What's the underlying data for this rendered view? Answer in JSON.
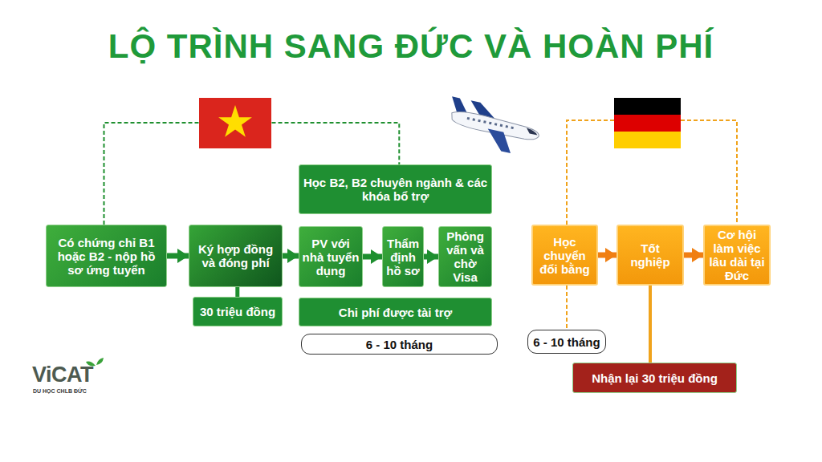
{
  "diagram": {
    "title": "LỘ TRÌNH SANG ĐỨC VÀ HOÀN PHÍ",
    "nodes": [
      {
        "text": [
          "Có chứng chỉ B1 hoặc B2 - nộp hồ sơ ứng tuyển"
        ]
      },
      {
        "text": [
          "Ký hợp đồng và đóng phí"
        ]
      },
      {
        "text": [
          "30 triệu đồng"
        ]
      },
      {
        "text": [
          "Học B2, B2 chuyên ngành & các khóa bổ trợ"
        ]
      },
      {
        "text": [
          "PV với nhà tuyển dụng"
        ]
      },
      {
        "text": [
          "Thẩm định hồ sơ"
        ]
      },
      {
        "text": [
          "Phỏng vấn và chờ Visa"
        ]
      },
      {
        "text": [
          "Chi phí được tài trợ"
        ]
      },
      {
        "text": [
          "6 - 10  tháng"
        ]
      },
      {
        "text": [
          "Học chuyển đổi bằng"
        ]
      },
      {
        "text": [
          "Tốt nghiệp"
        ]
      },
      {
        "text": [
          "Cơ hội làm việc lâu dài tại Đức"
        ]
      },
      {
        "text": [
          "6 - 10 tháng"
        ]
      },
      {
        "text": [
          "Nhận lại 30 triệu đồng"
        ]
      }
    ],
    "edges": [
      {
        "from": 0,
        "to": 1,
        "arrow": "to"
      },
      {
        "from": 1,
        "to": 4,
        "arrow": "to"
      },
      {
        "from": 4,
        "to": 5,
        "arrow": "to"
      },
      {
        "from": 5,
        "to": 6,
        "arrow": "to"
      },
      {
        "from": 9,
        "to": 10,
        "arrow": "to"
      },
      {
        "from": 10,
        "to": 11,
        "arrow": "to"
      },
      {
        "from": 1,
        "to": 2,
        "arrow": "none"
      },
      {
        "from": 10,
        "to": 13,
        "arrow": "none"
      },
      {
        "from": 0,
        "to": 3,
        "arrow": "none"
      },
      {
        "from": 9,
        "to": 11,
        "arrow": "none"
      },
      {
        "from": 9,
        "to": 12,
        "arrow": "none"
      }
    ],
    "labels": [
      "ViCAT",
      "DU HỌC CHLB ĐỨC"
    ]
  }
}
